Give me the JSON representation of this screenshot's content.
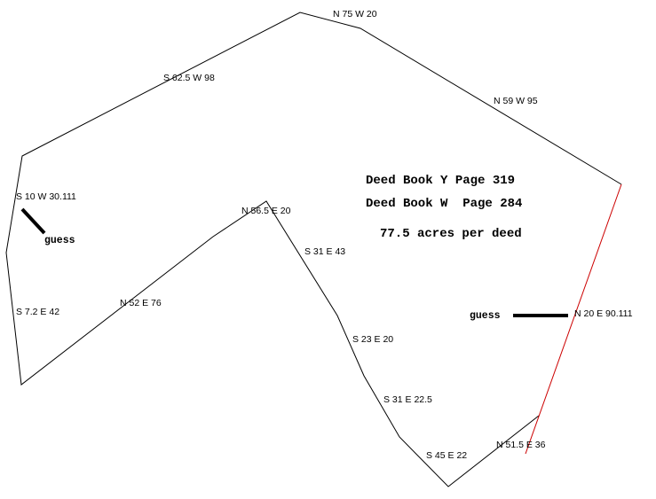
{
  "diagram": {
    "deed_lines": [
      "Deed Book Y Page 319",
      "Deed Book W  Page 284",
      "77.5 acres per deed"
    ],
    "calls": [
      "N 75 W 20",
      "S 62.5 W 98",
      "N 59 W 95",
      "S 10 W 30.111",
      "N 56.5 E 20",
      "S 31 E 43",
      "S 7.2 E 42",
      "N 52 E 76",
      "S 23 E 20",
      "N 20 E 90.111",
      "S 31 E 22.5",
      "N 51.5 E 36",
      "S 45 E 22"
    ],
    "guess_label": "guess",
    "colors": {
      "boundary": "#000000",
      "red_line": "#cc0000",
      "text": "#000000"
    }
  }
}
